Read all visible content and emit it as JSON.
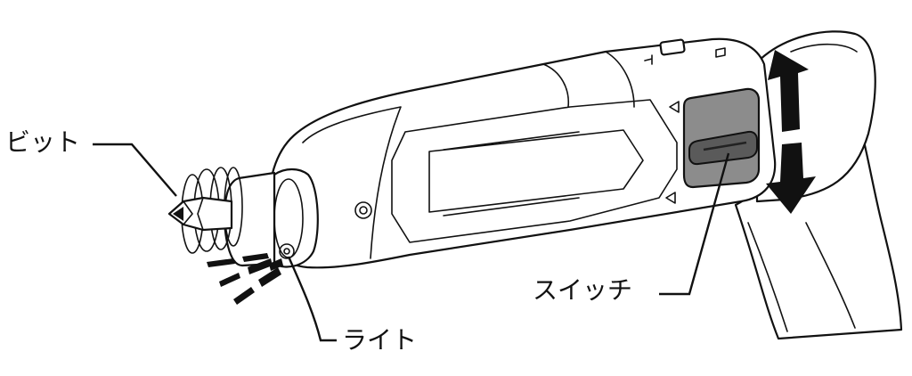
{
  "labels": {
    "bit": "ビット",
    "switch": "スイッチ",
    "light": "ライト"
  },
  "colors": {
    "line": "#111111",
    "switch_panel": "#8c8c8c",
    "switch_slider": "#5a5a5a",
    "background": "#ffffff"
  }
}
